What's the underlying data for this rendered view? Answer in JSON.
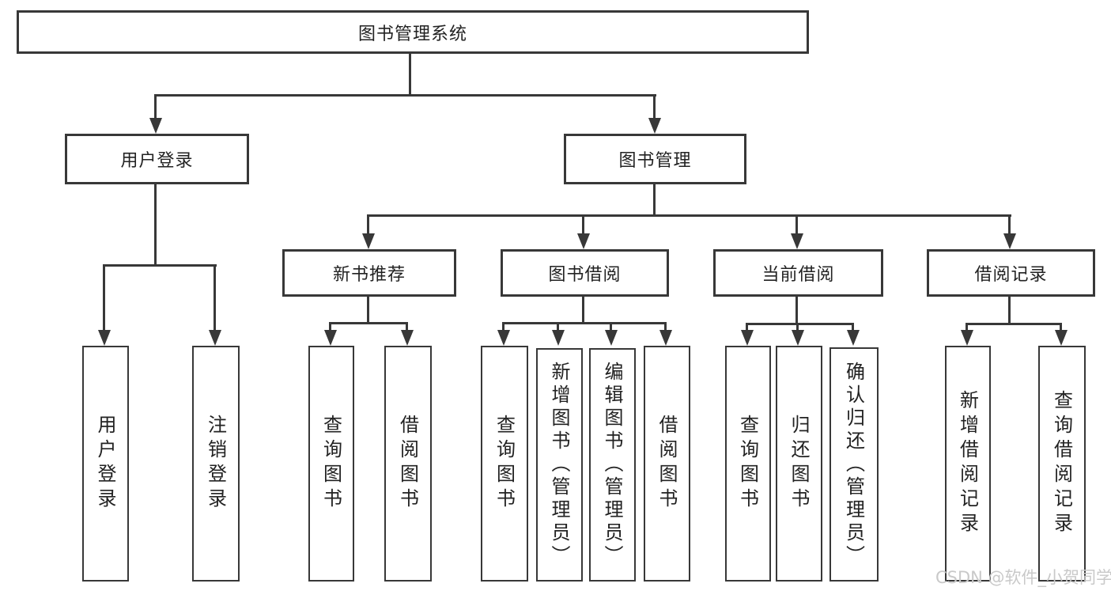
{
  "diagram": {
    "root": {
      "label": "图书管理系统"
    },
    "level2": [
      {
        "label": "用户登录"
      },
      {
        "label": "图书管理"
      }
    ],
    "level3": [
      {
        "label": "新书推荐"
      },
      {
        "label": "图书借阅"
      },
      {
        "label": "当前借阅"
      },
      {
        "label": "借阅记录"
      }
    ],
    "leaves": {
      "user_login": [
        {
          "label": "用户登录"
        },
        {
          "label": "注销登录"
        }
      ],
      "new_book": [
        {
          "label": "查询图书"
        },
        {
          "label": "借阅图书"
        }
      ],
      "book_borrow": [
        {
          "label": "查询图书"
        },
        {
          "label": "新增图书（管理员）"
        },
        {
          "label": "编辑图书（管理员）"
        },
        {
          "label": "借阅图书"
        }
      ],
      "current_borrow": [
        {
          "label": "查询图书"
        },
        {
          "label": "归还图书"
        },
        {
          "label": "确认归还（管理员）"
        }
      ],
      "borrow_record": [
        {
          "label": "新增借阅记录"
        },
        {
          "label": "查询借阅记录"
        }
      ]
    }
  },
  "watermark": {
    "text": "CSDN @软件_小贺同学"
  },
  "colors": {
    "line": "#383838",
    "text": "#222222",
    "watermark": "#c9c9c9",
    "background": "#ffffff"
  }
}
